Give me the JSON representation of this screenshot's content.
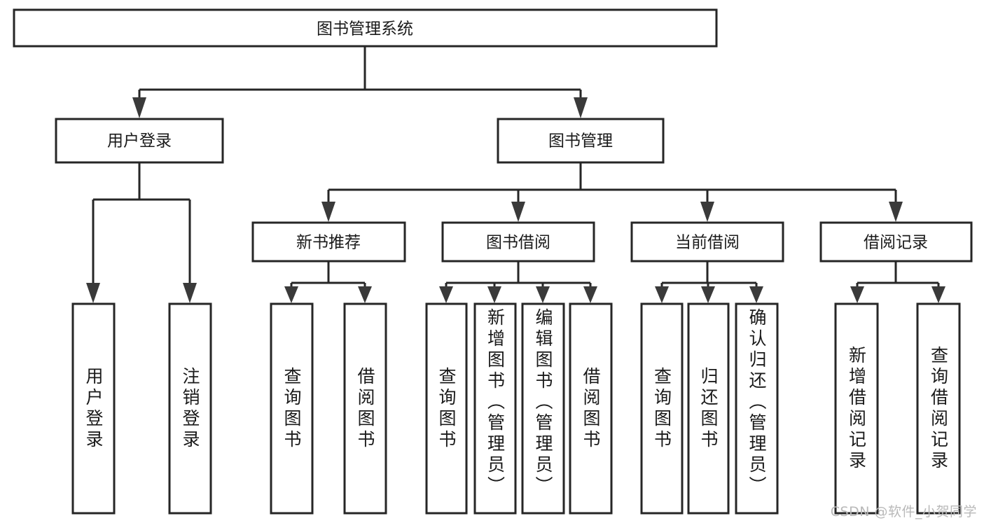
{
  "diagram": {
    "type": "tree",
    "title_node": "图书管理系统",
    "watermark": "CSDN @软件_小贺同学",
    "colors": {
      "box_stroke": "#262626",
      "box_fill": "#ffffff",
      "connector": "#262626",
      "text": "#1a1a1a",
      "watermark": "#b9b9b9",
      "background": "#ffffff"
    },
    "levels": {
      "root": {
        "label": "图书管理系统",
        "orientation": "horizontal"
      },
      "level2": [
        {
          "label": "用户登录",
          "orientation": "horizontal"
        },
        {
          "label": "图书管理",
          "orientation": "horizontal"
        }
      ],
      "level3": [
        {
          "label": "新书推荐",
          "orientation": "horizontal",
          "parent": "图书管理"
        },
        {
          "label": "图书借阅",
          "orientation": "horizontal",
          "parent": "图书管理"
        },
        {
          "label": "当前借阅",
          "orientation": "horizontal",
          "parent": "图书管理"
        },
        {
          "label": "借阅记录",
          "orientation": "horizontal",
          "parent": "图书管理"
        }
      ],
      "leaves": [
        {
          "label": "用户登录",
          "parent": "用户登录",
          "orientation": "vertical"
        },
        {
          "label": "注销登录",
          "parent": "用户登录",
          "orientation": "vertical"
        },
        {
          "label": "查询图书",
          "parent": "新书推荐",
          "orientation": "vertical"
        },
        {
          "label": "借阅图书",
          "parent": "新书推荐",
          "orientation": "vertical"
        },
        {
          "label": "查询图书",
          "parent": "图书借阅",
          "orientation": "vertical"
        },
        {
          "label": "新增图书（管理员）",
          "parent": "图书借阅",
          "orientation": "vertical"
        },
        {
          "label": "编辑图书（管理员）",
          "parent": "图书借阅",
          "orientation": "vertical"
        },
        {
          "label": "借阅图书",
          "parent": "图书借阅",
          "orientation": "vertical"
        },
        {
          "label": "查询图书",
          "parent": "当前借阅",
          "orientation": "vertical"
        },
        {
          "label": "归还图书",
          "parent": "当前借阅",
          "orientation": "vertical"
        },
        {
          "label": "确认归还（管理员）",
          "parent": "当前借阅",
          "orientation": "vertical"
        },
        {
          "label": "新增借阅记录",
          "parent": "借阅记录",
          "orientation": "vertical"
        },
        {
          "label": "查询借阅记录",
          "parent": "借阅记录",
          "orientation": "vertical"
        }
      ]
    }
  }
}
